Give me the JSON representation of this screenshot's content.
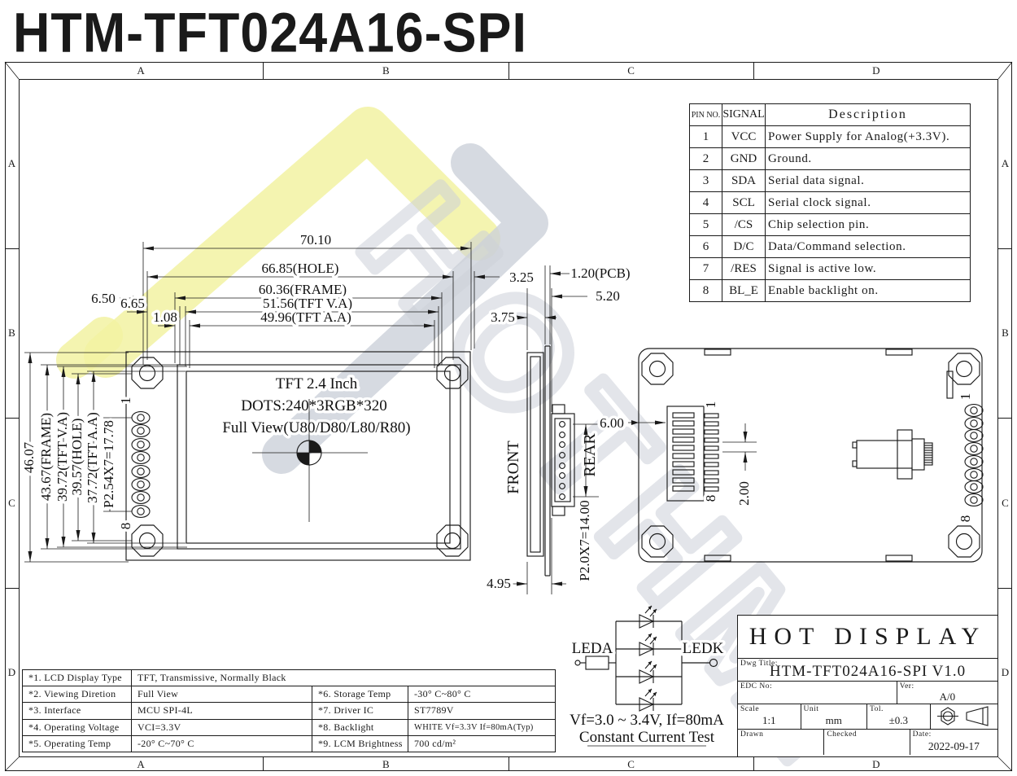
{
  "title": "HTM-TFT024A16-SPI",
  "border": {
    "cols": [
      "A",
      "B",
      "C",
      "D"
    ],
    "rows": [
      "A",
      "B",
      "C",
      "D"
    ]
  },
  "pin_table": {
    "headers": {
      "no": "PIN NO.",
      "signal": "SIGNAL",
      "desc": "Description"
    },
    "rows": [
      {
        "no": "1",
        "signal": "VCC",
        "desc": "Power Supply for Analog(+3.3V)."
      },
      {
        "no": "2",
        "signal": "GND",
        "desc": "Ground."
      },
      {
        "no": "3",
        "signal": "SDA",
        "desc": "Serial data signal."
      },
      {
        "no": "4",
        "signal": "SCL",
        "desc": "Serial clock signal."
      },
      {
        "no": "5",
        "signal": "/CS",
        "desc": "Chip selection pin."
      },
      {
        "no": "6",
        "signal": "D/C",
        "desc": "Data/Command selection."
      },
      {
        "no": "7",
        "signal": "/RES",
        "desc": "Signal is active low."
      },
      {
        "no": "8",
        "signal": "BL_E",
        "desc": "Enable backlight on."
      }
    ]
  },
  "spec_table": {
    "r0": {
      "label": "*1. LCD Display Type",
      "value": "TFT, Transmissive, Normally Black"
    },
    "r1": {
      "label": "*2. Viewing Diretion",
      "value": "Full View",
      "label2": "*6. Storage Temp",
      "value2": "-30° C~80° C"
    },
    "r2": {
      "label": "*3. Interface",
      "value": "MCU SPI-4L",
      "label2": "*7. Driver IC",
      "value2": "ST7789V"
    },
    "r3": {
      "label": "*4. Operating Voltage",
      "value": "VCI=3.3V",
      "label2": "*8. Backlight",
      "value2": "WHITE Vf=3.3V If=80mA(Typ)"
    },
    "r4": {
      "label": "*5. Operating Temp",
      "value": "-20° C~70° C",
      "label2": "*9. LCM Brightness",
      "value2": "700 cd/m²"
    }
  },
  "title_block": {
    "company": "HOT DISPLAY",
    "dwg_title_label": "Dwg Title:",
    "dwg_title": "HTM-TFT024A16-SPI V1.0",
    "edc_label": "EDC No:",
    "ver_label": "Ver:",
    "ver": "A/0",
    "scale_label": "Scale",
    "scale": "1:1",
    "unit_label": "Unit",
    "unit": "mm",
    "tol_label": "Tol.",
    "tol": "±0.3",
    "drawn_label": "Drawn",
    "checked_label": "Checked",
    "date_label": "Date:",
    "date": "2022-09-17"
  },
  "led_circuit": {
    "anode": "LEDA",
    "cathode": "LEDK",
    "spec": "Vf=3.0 ~ 3.4V, If=80mA",
    "test": "Constant Current Test"
  },
  "drawing": {
    "display": {
      "line1": "TFT 2.4 Inch",
      "line2": "DOTS:240*3RGB*320",
      "line3": "Full View(U80/D80/L80/R80)"
    },
    "front_label": "FRONT",
    "rear_label": "REAR",
    "pin_first": "1",
    "pin_last": "8",
    "dims": {
      "w_total": "70.10",
      "w_hole": "66.85(HOLE)",
      "w_frame": "60.36(FRAME)",
      "w_va": "51.56(TFT V.A)",
      "w_aa": "49.96(TFT A.A)",
      "d650": "6.50",
      "d665": "6.65",
      "d108": "1.08",
      "d325": "3.25",
      "d120": "1.20(PCB)",
      "d520": "5.20",
      "d375": "3.75",
      "d495": "4.95",
      "d600": "6.00",
      "pitch_side": "P2.0X7=14.00",
      "pitch_front": "P2.54X7=17.78",
      "h_total": "46.07",
      "h_frame": "43.67(FRAME)",
      "h_va": "39.72(TFT V.A)",
      "h_hole": "39.57(HOLE)",
      "h_aa": "37.72(TFT A.A)",
      "d200": "2.00"
    }
  },
  "watermark": {
    "text": "HOTHMI"
  },
  "colors": {
    "line": "#1a1a1a",
    "watermark_yellow": "#f2f2a2",
    "watermark_gray": "#ccd1da"
  }
}
